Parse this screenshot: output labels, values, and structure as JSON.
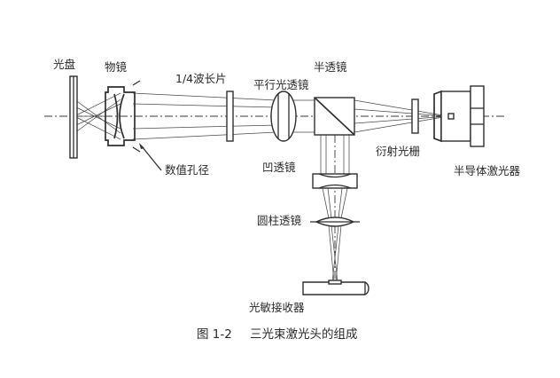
{
  "labels": {
    "disc": "光盘",
    "objective": "物镜",
    "quarter_wave": "1/4波长片",
    "collimator": "平行光透镜",
    "half_mirror": "半透镜",
    "aperture": "数值孔径",
    "concave": "凹透镜",
    "grating": "衍射光栅",
    "laser": "半导体激光器",
    "cylinder": "圆柱透镜",
    "detector": "光敏接收器"
  },
  "caption": {
    "number": "图 1-2",
    "title": "三光束激光头的组成"
  },
  "colors": {
    "line": "#2f2f2f",
    "text": "#2a2a2a",
    "background": "#ffffff"
  }
}
